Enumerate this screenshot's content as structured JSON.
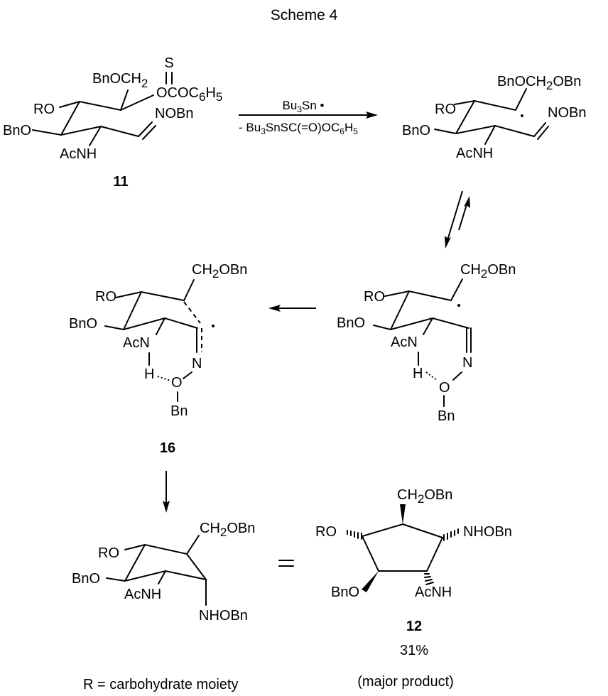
{
  "title": "Scheme 4",
  "reaction": {
    "reagent_above": "Bu3Sn •",
    "reagent_above_parts": [
      "Bu",
      "3",
      "Sn •"
    ],
    "byproduct_below_parts": [
      "- Bu",
      "3",
      "SnSC(=O)OC",
      "6",
      "H",
      "5"
    ]
  },
  "compounds": {
    "c11": {
      "number": "11",
      "labels": {
        "thio_s": "S",
        "side_chain": [
          "BnOCH",
          "2"
        ],
        "thiocarbonate": [
          "OCOC",
          "6",
          "H",
          "5"
        ],
        "ro": "RO",
        "bno": "BnO",
        "acnh": "AcNH",
        "oxime": "NOBn"
      }
    },
    "radical": {
      "labels": {
        "side_chain": [
          "BnOCH",
          "2",
          "OBn"
        ],
        "ro": "RO",
        "bno": "BnO",
        "acnh": "AcNH",
        "oxime": "NOBn",
        "radical_dot": "•"
      }
    },
    "conformer": {
      "labels": {
        "side_chain": [
          "CH",
          "2",
          "OBn"
        ],
        "ro": "RO",
        "bno": "BnO",
        "acn": "AcN",
        "h": "H",
        "n": "N",
        "o": "O",
        "bn": "Bn",
        "radical_dot": "•"
      }
    },
    "c16": {
      "number": "16",
      "labels": {
        "side_chain": [
          "CH",
          "2",
          "OBn"
        ],
        "ro": "RO",
        "bno": "BnO",
        "acn": "AcN",
        "h": "H",
        "n": "N",
        "o": "O",
        "bn": "Bn",
        "radical_dot": "•"
      }
    },
    "chair_product": {
      "labels": {
        "side_chain": [
          "CH",
          "2",
          "OBn"
        ],
        "ro": "RO",
        "bno": "BnO",
        "acnh": "AcNH",
        "nhobn": "NHOBn"
      }
    },
    "c12": {
      "number": "12",
      "yield": "31%",
      "note": "(major product)",
      "labels": {
        "side_chain": [
          "CH",
          "2",
          "OBn"
        ],
        "ro": "RO",
        "nhobn": "NHOBn",
        "bno": "BnO",
        "acnh": "AcNH"
      }
    }
  },
  "equals_sign": "=",
  "footnote": "R = carbohydrate moiety"
}
